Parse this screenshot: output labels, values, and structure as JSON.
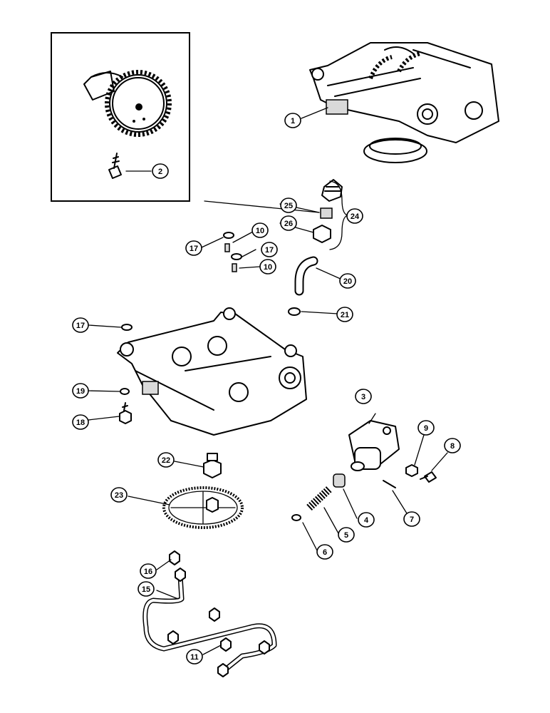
{
  "callouts": {
    "c1": "1",
    "c2": "2",
    "c3": "3",
    "c4": "4",
    "c5": "5",
    "c6": "6",
    "c7": "7",
    "c8": "8",
    "c9": "9",
    "c10a": "10",
    "c10b": "10",
    "c11": "11",
    "c15": "15",
    "c16": "16",
    "c17a": "17",
    "c17b": "17",
    "c17c": "17",
    "c18": "18",
    "c19": "19",
    "c20": "20",
    "c21": "21",
    "c22": "22",
    "c23": "23",
    "c24": "24",
    "c25": "25",
    "c26": "26"
  }
}
